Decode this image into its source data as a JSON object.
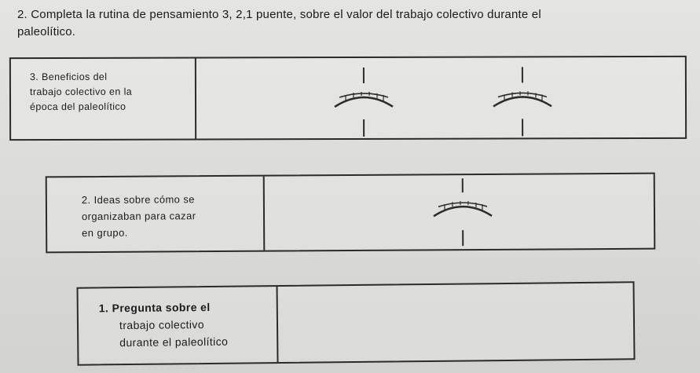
{
  "instruction": {
    "line1": "2. Completa la rutina de pensamiento 3, 2,1  puente, sobre el valor del trabajo colectivo durante el",
    "line2": "paleolítico."
  },
  "boxes": [
    {
      "id": "box3",
      "label_lines": [
        "3. Beneficios del",
        "trabajo colectivo en la",
        "época del paleolítico"
      ],
      "bridges": 2
    },
    {
      "id": "box2",
      "label_lines": [
        "2. Ideas sobre cómo se",
        "organizaban para cazar",
        "en grupo."
      ],
      "bridges": 1
    },
    {
      "id": "box1",
      "label_lines": [
        "1.  Pregunta sobre el",
        "trabajo colectivo",
        "durante el paleolítico"
      ],
      "bridges": 0
    }
  ],
  "icons": {
    "bridge": "bridge-icon"
  }
}
